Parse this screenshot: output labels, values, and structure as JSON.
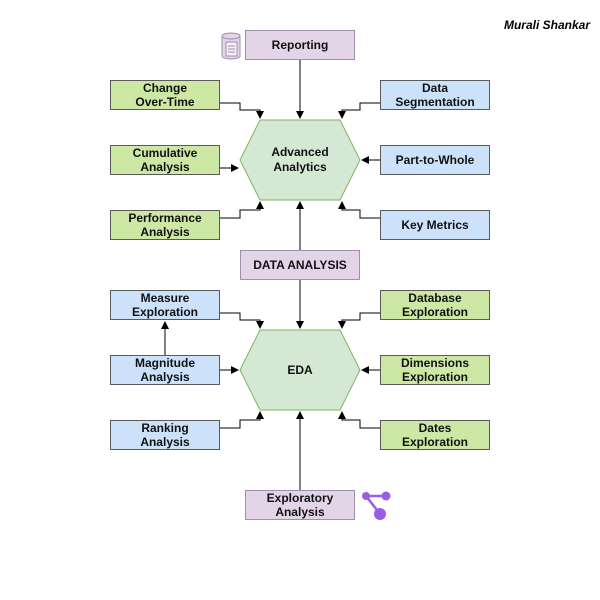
{
  "author": "Murali Shankar",
  "nodes": {
    "reporting": "Reporting",
    "change_over_time": "Change\nOver-Time",
    "data_segmentation": "Data\nSegmentation",
    "cumulative_analysis": "Cumulative\nAnalysis",
    "advanced_analytics": "Advanced\nAnalytics",
    "part_to_whole": "Part-to-Whole",
    "performance_analysis": "Performance\nAnalysis",
    "key_metrics": "Key Metrics",
    "data_analysis": "DATA ANALYSIS",
    "measure_exploration": "Measure\nExploration",
    "database_exploration": "Database\nExploration",
    "magnitude_analysis": "Magnitude\nAnalysis",
    "eda": "EDA",
    "dimensions_exploration": "Dimensions\nExploration",
    "ranking_analysis": "Ranking\nAnalysis",
    "dates_exploration": "Dates\nExploration",
    "exploratory_analysis": "Exploratory\nAnalysis"
  },
  "colors": {
    "green": "#cde7a4",
    "blue": "#cce2fb",
    "purple": "#e3d4e8",
    "hexagon": "#d5e8d4",
    "hexagon_border": "#82b366",
    "share_icon": "#9b5de5"
  },
  "icons": [
    "database-icon",
    "share-icon"
  ]
}
